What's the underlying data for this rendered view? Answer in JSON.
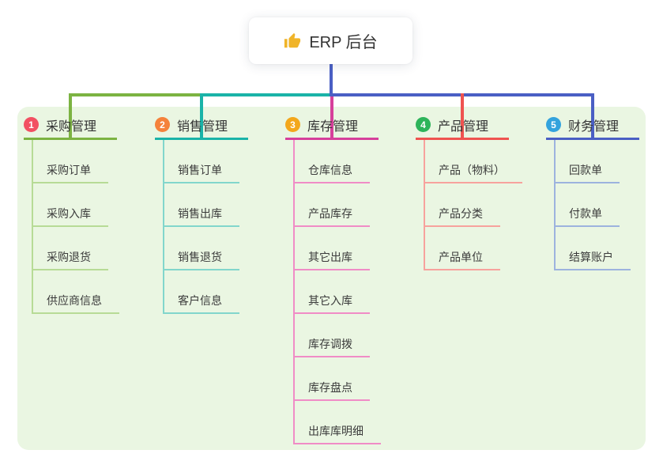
{
  "root": {
    "title": "ERP 后台",
    "icon": "thumbs-up-icon",
    "icon_color": "#f0b429",
    "connector_color": "#4a5fc4"
  },
  "panel": {
    "background": "#eaf6e2"
  },
  "branches": [
    {
      "index": "1",
      "title": "采购管理",
      "badge_color": "#f25062",
      "line_color": "#7cb342",
      "child_line_color": "#b7db96",
      "children": [
        "采购订单",
        "采购入库",
        "采购退货",
        "供应商信息"
      ]
    },
    {
      "index": "2",
      "title": "销售管理",
      "badge_color": "#f5823b",
      "line_color": "#1ab3a8",
      "child_line_color": "#82d6cc",
      "children": [
        "销售订单",
        "销售出库",
        "销售退货",
        "客户信息"
      ]
    },
    {
      "index": "3",
      "title": "库存管理",
      "badge_color": "#f3a71b",
      "line_color": "#d6409b",
      "child_line_color": "#f08cc6",
      "children": [
        "仓库信息",
        "产品库存",
        "其它出库",
        "其它入库",
        "库存调拨",
        "库存盘点",
        "出库库明细"
      ]
    },
    {
      "index": "4",
      "title": "产品管理",
      "badge_color": "#2db45a",
      "line_color": "#ef5350",
      "child_line_color": "#f7a29d",
      "children": [
        "产品（物料）",
        "产品分类",
        "产品单位"
      ]
    },
    {
      "index": "5",
      "title": "财务管理",
      "badge_color": "#33a3dd",
      "line_color": "#4a5fc4",
      "child_line_color": "#9db3de",
      "children": [
        "回款单",
        "付款单",
        "结算账户"
      ]
    }
  ]
}
